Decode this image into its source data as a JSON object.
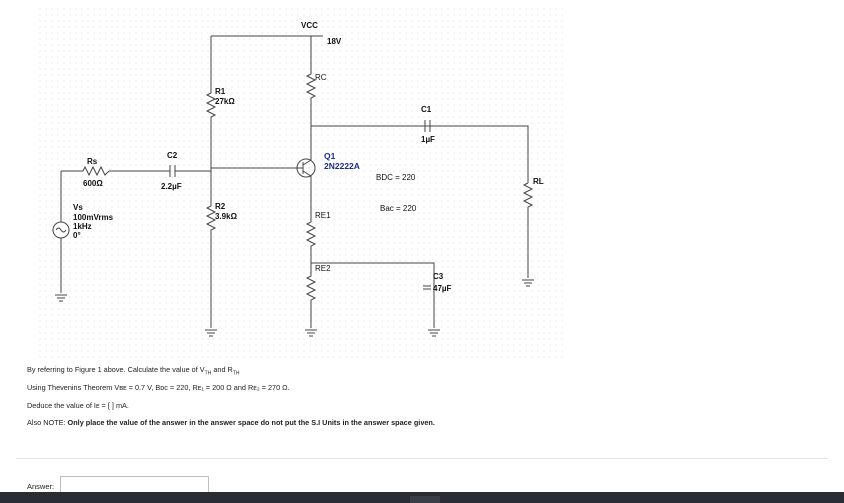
{
  "schematic": {
    "vcc_label": "VCC",
    "vcc_value": "18V",
    "rc_label": "RC",
    "r1_label": "R1",
    "r1_value": "27kΩ",
    "c1_label": "C1",
    "c1_value": "1µF",
    "rs_label": "Rs",
    "rs_value": "600Ω",
    "c2_label": "C2",
    "c2_value": "2.2µF",
    "q1_label": "Q1",
    "q1_value": "2N2222A",
    "bdc_note": "BDC = 220",
    "bac_note": "Bac = 220",
    "rl_label": "RL",
    "vs_label": "Vs",
    "vs_amplitude": "100mVrms",
    "vs_frequency": "1kHz",
    "vs_phase": "0°",
    "r2_label": "R2",
    "r2_value": "3.9kΩ",
    "re1_label": "RE1",
    "re2_label": "RE2",
    "c3_label": "C3",
    "c3_value": "47µF"
  },
  "question": {
    "line1_pre": "By referring to Figure 1 above. Calculate the value of V",
    "line1_sub1": "TH",
    "line1_mid": " and R",
    "line1_sub2": "TH",
    "line2": "Using Thevenins Theorem Vʙᴇ = 0.7 V, Bᴅᴄ = 220, Rᴇ₁ = 200 Ω and Rᴇ₂ = 270 Ω.",
    "line3": "Deduce the value  of Iᴇ = [ ] mA.",
    "line4_pre": "Also NOTE: ",
    "line4_bold": "Only place the value of the answer in the answer space do not put the S.I Units in the answer space given."
  },
  "answer": {
    "label": "Answer:",
    "value": ""
  }
}
